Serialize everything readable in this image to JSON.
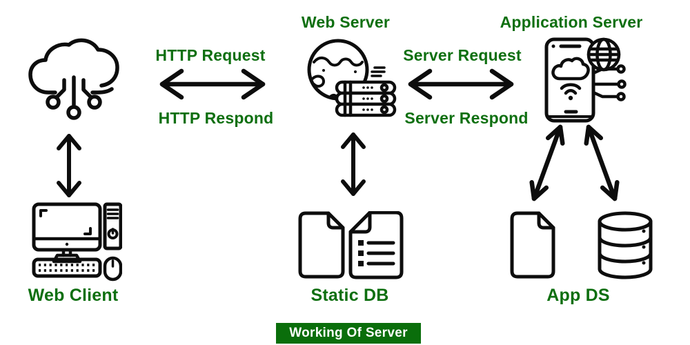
{
  "badge": {
    "text": "Working Of Server"
  },
  "colors": {
    "label_green": "#0e6f10",
    "badge_green": "#0a6e0b",
    "badge_text": "#ffffff",
    "line_black": "#0d0d0d",
    "background": "#ffffff"
  },
  "nodes": {
    "web_client": {
      "label": "Web Client",
      "icon": "desktop-computer-icon"
    },
    "web_server": {
      "label": "Web Server",
      "icon": "globe-server-rack-icon"
    },
    "application_server": {
      "label": "Application Server",
      "icon": "phone-cloud-circuit-icon"
    },
    "static_db": {
      "label": "Static DB",
      "icon": "document-pair-icon"
    },
    "app_ds": {
      "label": "App DS",
      "icon": "document-database-icon"
    },
    "internet_cloud": {
      "icon": "cloud-network-icon"
    }
  },
  "connections": {
    "http_request": {
      "label": "HTTP Request"
    },
    "http_respond": {
      "label": "HTTP Respond"
    },
    "server_request": {
      "label": "Server Request"
    },
    "server_respond": {
      "label": "Server Respond"
    }
  }
}
